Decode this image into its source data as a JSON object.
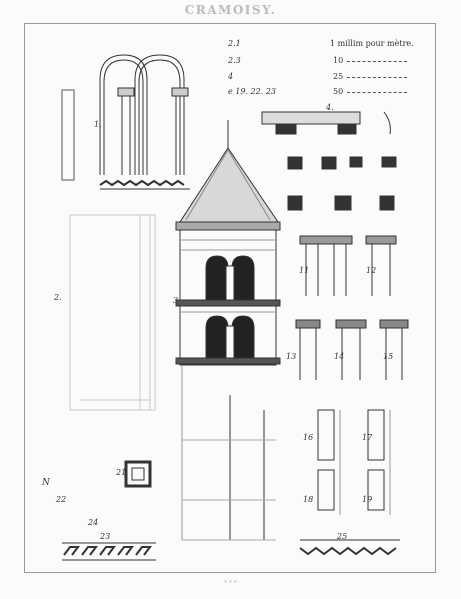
{
  "plate": {
    "title": "CRAMOISY."
  },
  "legend": {
    "left_items": [
      "2.1",
      "2.3",
      "4",
      "e 19. 22. 23"
    ],
    "scale_header": "1 millim pour mètre.",
    "scale_rows": [
      "10",
      "25",
      "50"
    ]
  },
  "figure_labels": {
    "fig1": "1.",
    "fig2": "2.",
    "fig3": "3.",
    "fig4": "4.",
    "fig11": "11",
    "fig12": "12",
    "fig13": "13",
    "fig14": "14",
    "fig15": "15",
    "fig16": "16",
    "fig17": "17",
    "fig18": "18",
    "fig19": "19",
    "fig21": "21",
    "fig22": "22",
    "fig23": "23",
    "fig24": "24",
    "fig25": "25",
    "north": "N"
  },
  "footer": {
    "text": "* * *"
  }
}
